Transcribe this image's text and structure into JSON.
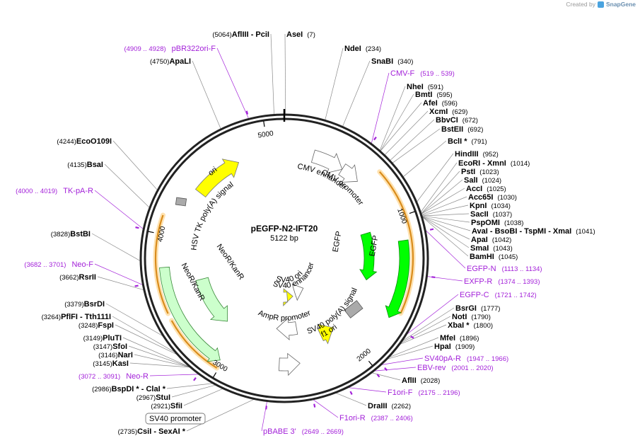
{
  "credit": {
    "created_by": "Created by",
    "brand": "SnapGene"
  },
  "plasmid": {
    "name": "pEGFP-N2-IFT20",
    "length_label": "5122 bp",
    "length": 5122
  },
  "ticks": [
    "1000",
    "2000",
    "3000",
    "4000",
    "5000"
  ],
  "features": [
    {
      "id": "ori",
      "label": "ori",
      "color": "#ffff00"
    },
    {
      "id": "cmv_enh",
      "label": "CMV enhancer",
      "color": "#ffffff"
    },
    {
      "id": "cmv_prom",
      "label": "CMV promoter",
      "color": "#ffffff"
    },
    {
      "id": "egfp_outer",
      "label": "EGFP",
      "color": "#00ff00"
    },
    {
      "id": "egfp_inner",
      "label": "EGFP",
      "color": "#00ff00"
    },
    {
      "id": "sv40_polya",
      "label": "SV40 poly(A) signal",
      "color": "#aaaaaa"
    },
    {
      "id": "f1_ori",
      "label": "f1 ori",
      "color": "#ffff00"
    },
    {
      "id": "ampr_prom",
      "label": "AmpR promoter",
      "color": "#ffffff"
    },
    {
      "id": "sv40_ori",
      "label": "SV40 ori",
      "color": "#ffff00"
    },
    {
      "id": "sv40_enh",
      "label": "SV40 enhancer",
      "color": "#ffffff"
    },
    {
      "id": "neor_outer",
      "label": "NeoR/KanR",
      "color": "#ccffcc"
    },
    {
      "id": "neor_inner",
      "label": "NeoR/KanR",
      "color": "#ccffcc"
    },
    {
      "id": "hsv_tk",
      "label": "HSV TK poly(A) signal",
      "color": "#aaaaaa"
    },
    {
      "id": "sv40_promoter_box",
      "label": "SV40 promoter",
      "color": "#ffffff"
    }
  ],
  "enzymes": [
    {
      "name": "AflIII",
      "sep": "-",
      "name2": "PciI",
      "pos": "(5064)"
    },
    {
      "name": "AseI",
      "pos": "(7)"
    },
    {
      "name": "NdeI",
      "pos": "(234)"
    },
    {
      "name": "SnaBI",
      "pos": "(340)"
    },
    {
      "name": "NheI",
      "pos": "(591)"
    },
    {
      "name": "BmtI",
      "pos": "(595)"
    },
    {
      "name": "AfeI",
      "pos": "(596)"
    },
    {
      "name": "XcmI",
      "pos": "(629)"
    },
    {
      "name": "BbvCI",
      "pos": "(672)"
    },
    {
      "name": "BstEII",
      "pos": "(692)"
    },
    {
      "name": "BclI *",
      "pos": "(791)"
    },
    {
      "name": "HindIII",
      "pos": "(952)"
    },
    {
      "name": "EcoRI",
      "sep": "-",
      "name2": "XmnI",
      "pos": "(1014)"
    },
    {
      "name": "PstI",
      "pos": "(1023)"
    },
    {
      "name": "SalI",
      "pos": "(1024)"
    },
    {
      "name": "AccI",
      "pos": "(1025)"
    },
    {
      "name": "Acc65I",
      "pos": "(1030)"
    },
    {
      "name": "KpnI",
      "pos": "(1034)"
    },
    {
      "name": "SacII",
      "pos": "(1037)"
    },
    {
      "name": "PspOMI",
      "pos": "(1038)"
    },
    {
      "name": "AvaI",
      "sep": "-",
      "name2": "BsoBI",
      "sep2": "-",
      "name3": "TspMI",
      "sep3": "-",
      "name4": "XmaI",
      "pos": "(1041)"
    },
    {
      "name": "ApaI",
      "pos": "(1042)"
    },
    {
      "name": "SmaI",
      "pos": "(1043)"
    },
    {
      "name": "BamHI",
      "pos": "(1045)"
    },
    {
      "name": "BsrGI",
      "pos": "(1777)"
    },
    {
      "name": "NotI",
      "pos": "(1790)"
    },
    {
      "name": "XbaI *",
      "pos": "(1800)"
    },
    {
      "name": "MfeI",
      "pos": "(1896)"
    },
    {
      "name": "HpaI",
      "pos": "(1909)"
    },
    {
      "name": "AflII",
      "pos": "(2028)"
    },
    {
      "name": "DraIII",
      "pos": "(2262)"
    },
    {
      "name": "CsiI",
      "sep": "-",
      "name2": "SexAI *",
      "pos": "(2735)"
    },
    {
      "name": "SfiI",
      "pos": "(2921)"
    },
    {
      "name": "StuI",
      "pos": "(2967)"
    },
    {
      "name": "BspDI *",
      "sep": "-",
      "name2": "ClaI *",
      "pos": "(2986)"
    },
    {
      "name": "KasI",
      "pos": "(3145)"
    },
    {
      "name": "NarI",
      "pos": "(3146)"
    },
    {
      "name": "SfoI",
      "pos": "(3147)"
    },
    {
      "name": "PluTI",
      "pos": "(3149)"
    },
    {
      "name": "FspI",
      "pos": "(3248)"
    },
    {
      "name": "PflFI",
      "sep": "-",
      "name2": "Tth111I",
      "pos": "(3264)"
    },
    {
      "name": "BsrDI",
      "pos": "(3379)"
    },
    {
      "name": "RsrII",
      "pos": "(3662)"
    },
    {
      "name": "BstBI",
      "pos": "(3828)"
    },
    {
      "name": "BsaI",
      "pos": "(4135)"
    },
    {
      "name": "EcoO109I",
      "pos": "(4244)"
    },
    {
      "name": "ApaLI",
      "pos": "(4750)"
    }
  ],
  "primers": [
    {
      "name": "pBR322ori-F",
      "pos": "(4909 .. 4928)"
    },
    {
      "name": "CMV-F",
      "pos": "(519 .. 539)"
    },
    {
      "name": "TK-pA-R",
      "pos": "(4000 .. 4019)"
    },
    {
      "name": "Neo-F",
      "pos": "(3682 .. 3701)"
    },
    {
      "name": "EGFP-N",
      "pos": "(1113 .. 1134)"
    },
    {
      "name": "EXFP-R",
      "pos": "(1374 .. 1393)"
    },
    {
      "name": "EGFP-C",
      "pos": "(1721 .. 1742)"
    },
    {
      "name": "SV40pA-R",
      "pos": "(1947 .. 1966)"
    },
    {
      "name": "EBV-rev",
      "pos": "(2001 .. 2020)"
    },
    {
      "name": "F1ori-F",
      "pos": "(2175 .. 2196)"
    },
    {
      "name": "F1ori-R",
      "pos": "(2387 .. 2406)"
    },
    {
      "name": "pBABE 3'",
      "pos": "(2649 .. 2669)"
    },
    {
      "name": "Neo-R",
      "pos": "(3072 .. 3091)"
    }
  ],
  "colors": {
    "primer": "#a321d9",
    "backbone": "#222222",
    "leader": "#8a8a8a",
    "orange_arc": "#d98c1c",
    "orange_halo": "#ffe2b0"
  }
}
